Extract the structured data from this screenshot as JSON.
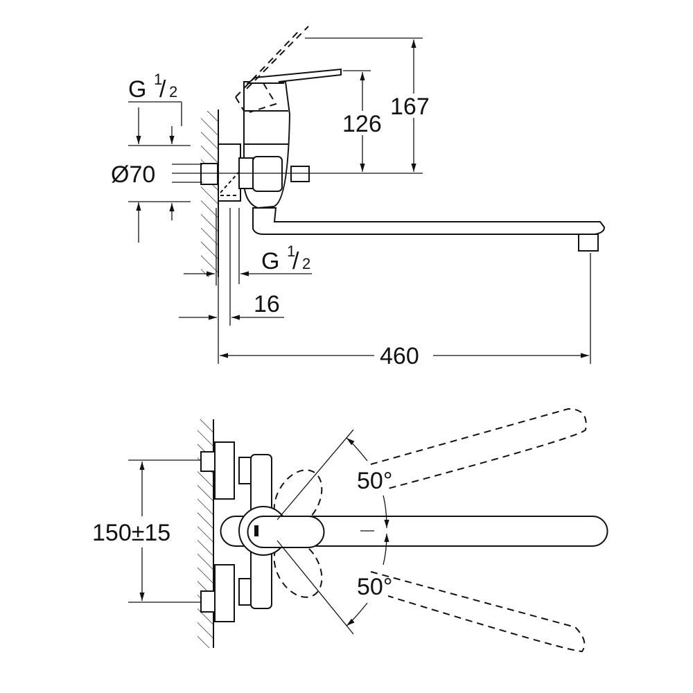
{
  "title": "Wall-mounted single-lever mixer - dimension drawing",
  "units": "mm",
  "side_view": {
    "thread_top": {
      "letter": "G",
      "num": "1",
      "den": "2"
    },
    "thread_bottom": {
      "letter": "G",
      "num": "1",
      "den": "2"
    },
    "diameter": "Ø70",
    "height_lever": "126",
    "height_total": "167",
    "offset": "16",
    "spout_projection": "460"
  },
  "top_view": {
    "center_distance": "150±15",
    "swivel_up": "50°",
    "swivel_down": "50°"
  }
}
